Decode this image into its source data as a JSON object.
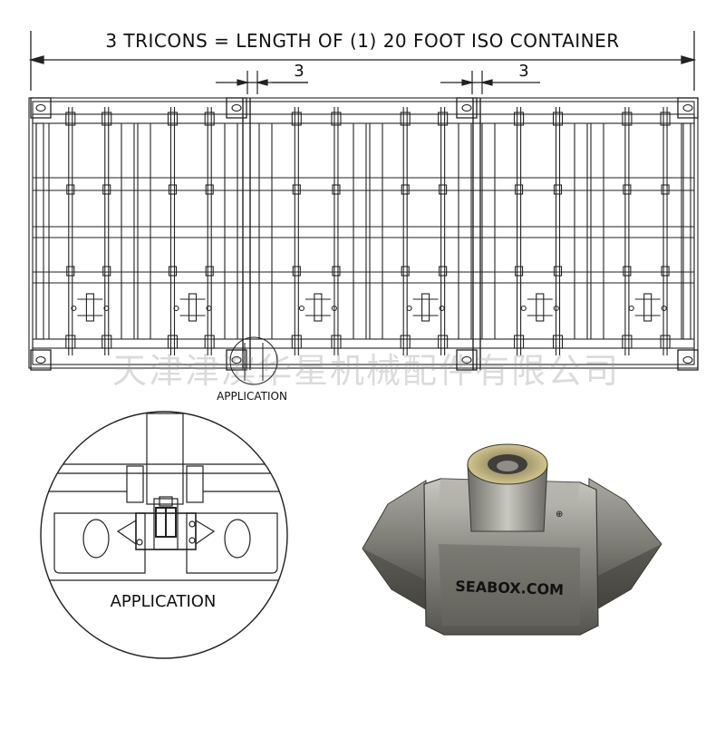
{
  "diagram": {
    "title": "3 TRICONS = LENGTH OF (1) 20 FOOT ISO CONTAINER",
    "dim_left": "3",
    "dim_right": "3",
    "application_label_small": "APPLICATION",
    "application_label_detail": "APPLICATION",
    "watermark": "天津津滨华星机械配件有限公司",
    "product_marking": "SEABOX.COM"
  },
  "colors": {
    "line": "#222222",
    "metal_light": "#b9b9b4",
    "metal_mid": "#8b8a84",
    "metal_dark": "#4a4944",
    "brass": "#b8a56a"
  },
  "icons": {
    "container_drawing": "shipping-container-icon",
    "detail_circle": "magnified-detail-icon",
    "product_photo": "tricon-connector-icon"
  }
}
